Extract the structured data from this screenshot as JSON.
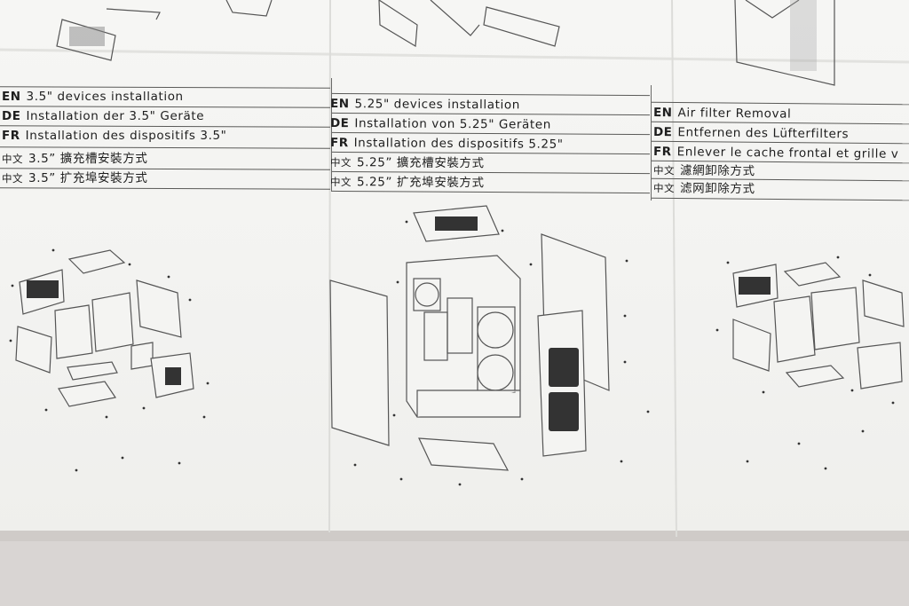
{
  "sections": [
    {
      "id": "three_five",
      "rows": [
        {
          "lang": "EN",
          "text": "3.5\" devices installation"
        },
        {
          "lang": "DE",
          "text": "Installation der 3.5\" Geräte"
        },
        {
          "lang": "FR",
          "text": "Installation des dispositifs 3.5\""
        },
        {
          "lang": "中文",
          "text": "3.5” 擴充槽安裝方式"
        },
        {
          "lang": "中文",
          "text": "3.5” 扩充埠安裝方式"
        }
      ]
    },
    {
      "id": "five_two_five",
      "rows": [
        {
          "lang": "EN",
          "text": "5.25\" devices installation"
        },
        {
          "lang": "DE",
          "text": "Installation von 5.25\" Geräten"
        },
        {
          "lang": "FR",
          "text": "Installation des dispositifs 5.25\""
        },
        {
          "lang": "中文",
          "text": "5.25” 擴充槽安裝方式"
        },
        {
          "lang": "中文",
          "text": "5.25” 扩充埠安裝方式"
        }
      ]
    },
    {
      "id": "air_filter",
      "rows": [
        {
          "lang": "EN",
          "text": "Air filter Removal"
        },
        {
          "lang": "DE",
          "text": "Entfernen des Lüfterfilters"
        },
        {
          "lang": "FR",
          "text": "Enlever le cache frontal et grille v"
        },
        {
          "lang": "中文",
          "text": "濾網卸除方式"
        },
        {
          "lang": "中文",
          "text": "滤网卸除方式"
        }
      ]
    }
  ],
  "colors": {
    "paper": "#f4f4f2",
    "background": "#d9d5d3",
    "ink": "#1e1e1e",
    "line": "#555555"
  }
}
